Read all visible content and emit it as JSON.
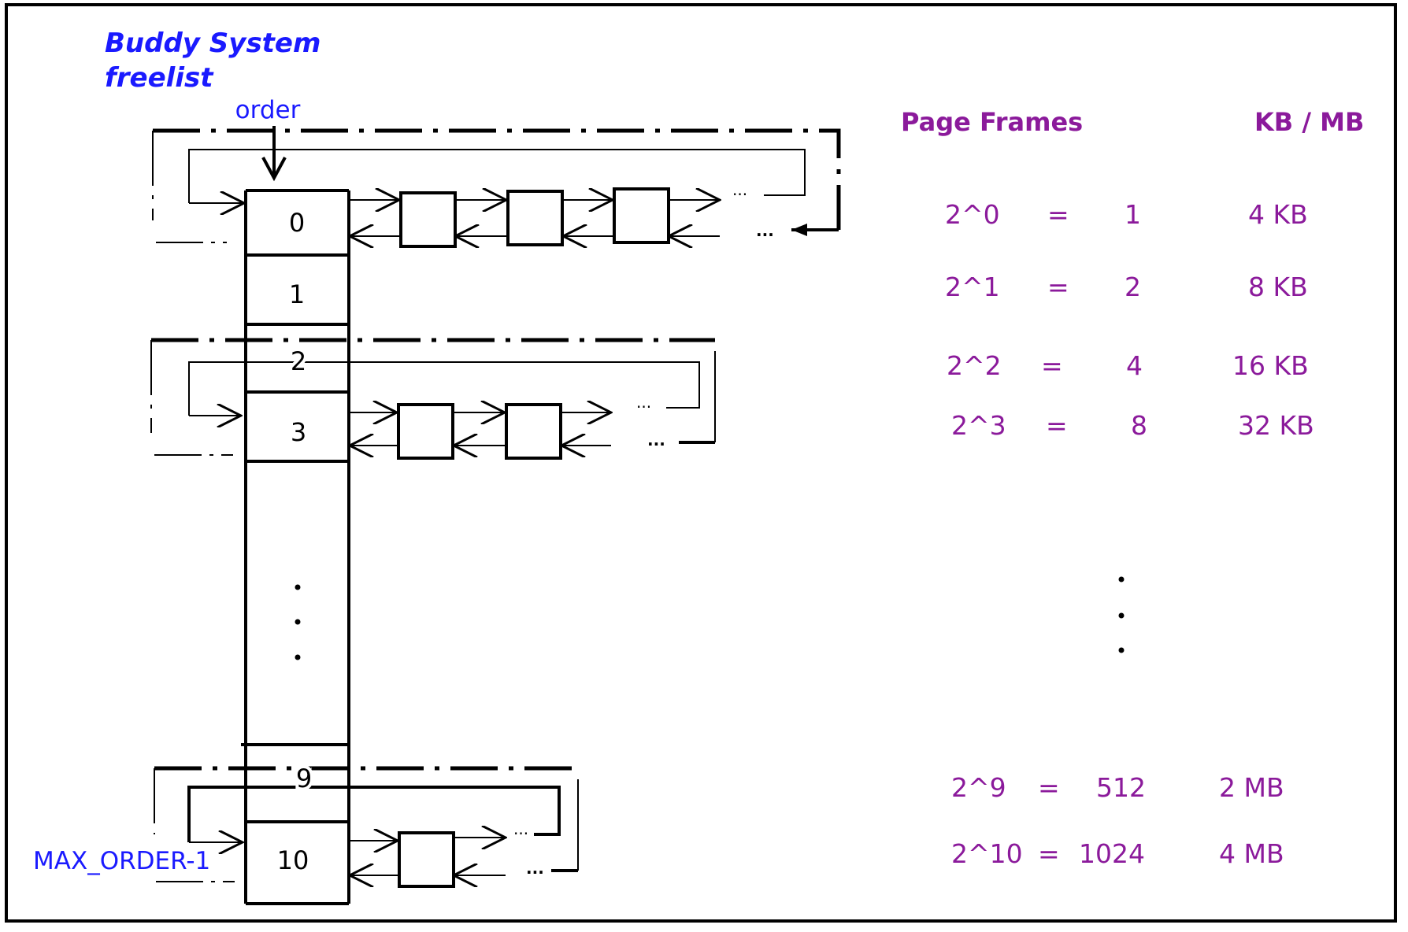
{
  "colors": {
    "blue": "#1a1aff",
    "purple": "#8b1a9b",
    "ink": "#000000"
  },
  "title": {
    "line1": "Buddy System",
    "line2": "freelist"
  },
  "labels": {
    "order": "order",
    "max_order": "MAX_ORDER-1"
  },
  "cells": [
    "0",
    "1",
    "2",
    "3",
    "9",
    "10"
  ],
  "ellipsis": "...",
  "table": {
    "headers": {
      "frames": "Page Frames",
      "size": "KB / MB"
    },
    "rows": [
      {
        "expr": "2^0",
        "eq": "=",
        "count": "1",
        "size": "4 KB"
      },
      {
        "expr": "2^1",
        "eq": "=",
        "count": "2",
        "size": "8 KB"
      },
      {
        "expr": "2^2",
        "eq": "=",
        "count": "4",
        "size": "16 KB"
      },
      {
        "expr": "2^3",
        "eq": "=",
        "count": "8",
        "size": "32 KB"
      },
      {
        "expr": "2^9",
        "eq": "=",
        "count": "512",
        "size": "2 MB"
      },
      {
        "expr": "2^10",
        "eq": "=",
        "count": "1024",
        "size": "4 MB"
      }
    ]
  }
}
